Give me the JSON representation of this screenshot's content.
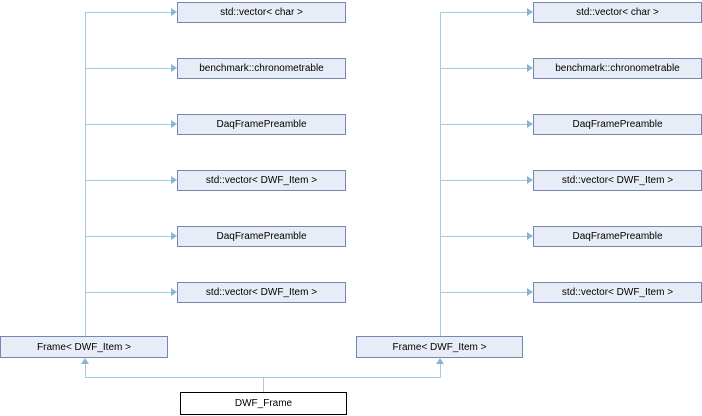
{
  "diagram": {
    "colors": {
      "background": "#ffffff",
      "node_fill": "#e8ecf6",
      "node_border": "#7486b4",
      "edge": "#a3cce3",
      "arrow": "#88b4d6",
      "main_fill": "#ffffff",
      "main_border": "#000000",
      "text": "#000000"
    },
    "main": "DWF_Frame",
    "left": {
      "base": "Frame< DWF_Item >",
      "members": [
        "std::vector< char >",
        "benchmark::chronometrable",
        "DaqFramePreamble",
        "std::vector< DWF_Item >",
        "DaqFramePreamble",
        "std::vector< DWF_Item >"
      ]
    },
    "right": {
      "base": "Frame< DWF_Item >",
      "members": [
        "std::vector< char >",
        "benchmark::chronometrable",
        "DaqFramePreamble",
        "std::vector< DWF_Item >",
        "DaqFramePreamble",
        "std::vector< DWF_Item >"
      ]
    }
  }
}
